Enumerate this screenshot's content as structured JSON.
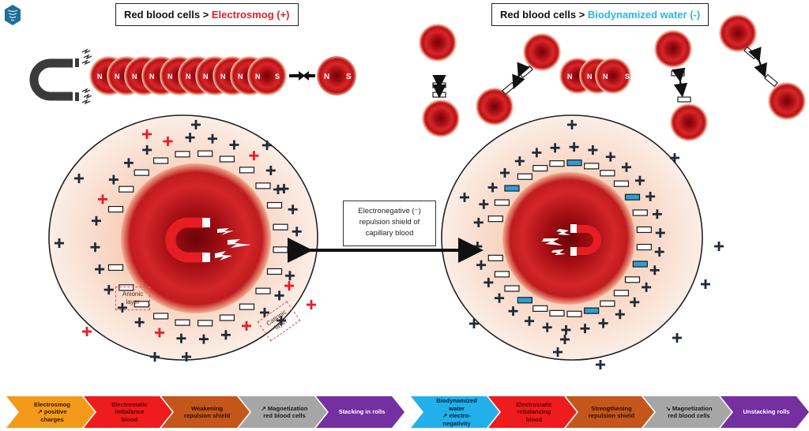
{
  "logo": {
    "icon": "tornado-hexagon-logo",
    "color": "#1f6e96"
  },
  "left_panel": {
    "title_prefix": "Red blood cells > ",
    "title_highlight": "Electrosmog (+)",
    "title_highlight_color": "#e01f26",
    "stacked_cell_labels": [
      "N",
      "N",
      "N",
      "N",
      "N",
      "N",
      "N",
      "N",
      "N",
      "N"
    ],
    "stack_end_label": "S",
    "single_cell_labels": [
      "N",
      "S"
    ],
    "anionic_layer_label": "Anionic layer",
    "cationic_layer_label": "Cationic layer"
  },
  "right_panel": {
    "title_prefix": "Red blood cells > ",
    "title_highlight": "Biodynamized water (-)",
    "title_highlight_color": "#29b5e8",
    "small_stack_labels": [
      "N",
      "N",
      "N"
    ],
    "small_stack_end_label": "S"
  },
  "center_label": {
    "line1": "Electronegative (⁻)",
    "line2": "repulsion shield of",
    "line3": "capillary blood"
  },
  "colors": {
    "cell_red": "#c4151c",
    "plus_dark": "#1c2b3a",
    "plus_red": "#e81c24",
    "minus_blue": "#2a9fd8",
    "circle_bg": "#f6c6a8"
  },
  "process_left": [
    {
      "text": "Electrosmog\n↗ positive\ncharges",
      "color": "#f49a1a",
      "text_color": "#2a1a00"
    },
    {
      "text": "Electrostatic\nimbalance\nblood",
      "color": "#ee1c1c",
      "text_color": "#5a0000"
    },
    {
      "text": "Weakening\nrepulsion shield",
      "color": "#c4561c",
      "text_color": "#2a0e00"
    },
    {
      "text": "↗ Magnetization\nred blood cells",
      "color": "#a6a6a6",
      "text_color": "#1a1a1a"
    },
    {
      "text": "Stacking in rolls",
      "color": "#7430a0",
      "text_color": "#ffffff"
    }
  ],
  "process_right": [
    {
      "text": "Biodynamized\nwater\n↗ electro-\nnegativity",
      "color": "#22b0ea",
      "text_color": "#00203a"
    },
    {
      "text": "Electrostatic\nrebalancing\nblood",
      "color": "#ee1c1c",
      "text_color": "#5a0000"
    },
    {
      "text": "Strengthening\nrepulsion shield",
      "color": "#c4561c",
      "text_color": "#2a0e00"
    },
    {
      "text": "↘ Magnetization\nred blood cells",
      "color": "#a6a6a6",
      "text_color": "#1a1a1a"
    },
    {
      "text": "Unstacking rolls",
      "color": "#7430a0",
      "text_color": "#ffffff"
    }
  ]
}
